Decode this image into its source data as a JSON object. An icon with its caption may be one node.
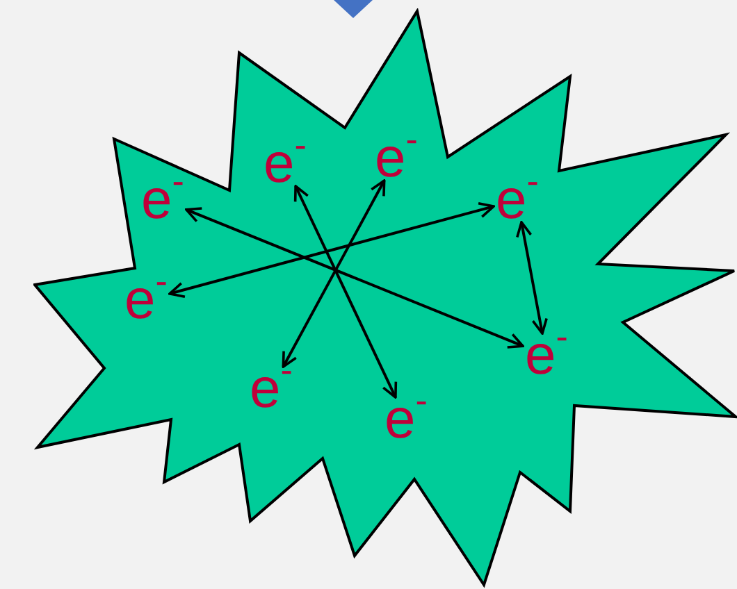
{
  "diagram": {
    "nodes": [
      {
        "text": [],
        "shape": "burst"
      },
      {
        "text": [
          "e$^{-}$"
        ],
        "in": 0
      },
      {
        "text": [
          "e$^{-}$"
        ],
        "in": 0
      },
      {
        "text": [
          "e$^{-}$"
        ],
        "in": 0
      },
      {
        "text": [
          "e$^{-}$"
        ],
        "in": 0
      },
      {
        "text": [
          "e$^{-}$"
        ],
        "in": 0
      },
      {
        "text": [
          "e$^{-}$"
        ],
        "in": 0
      },
      {
        "text": [
          "e$^{-}$"
        ],
        "in": 0
      },
      {
        "text": [
          "e$^{-}$"
        ],
        "in": 0
      }
    ],
    "edges": [
      {
        "from": 3,
        "to": 6,
        "arrow": "both"
      },
      {
        "from": 5,
        "to": 4,
        "arrow": "both"
      },
      {
        "from": 1,
        "to": 8,
        "arrow": "both"
      },
      {
        "from": 2,
        "to": 7,
        "arrow": "both"
      },
      {
        "from": 4,
        "to": 6,
        "arrow": "both"
      }
    ]
  }
}
